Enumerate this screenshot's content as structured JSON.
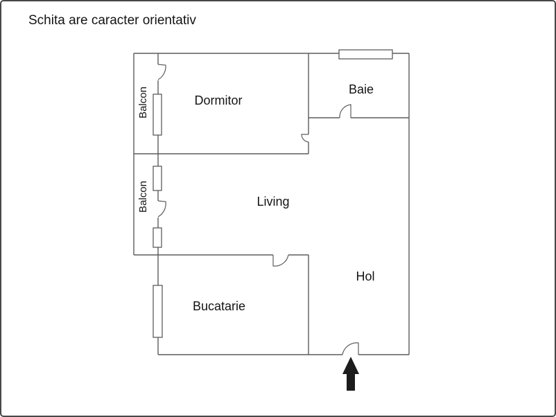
{
  "title": "Schita are caracter orientativ",
  "rooms": {
    "balcon1": {
      "label": "Balcon"
    },
    "balcon2": {
      "label": "Balcon"
    },
    "dormitor": {
      "label": "Dormitor"
    },
    "baie": {
      "label": "Baie"
    },
    "living": {
      "label": "Living"
    },
    "hol": {
      "label": "Hol"
    },
    "bucatarie": {
      "label": "Bucatarie"
    }
  },
  "colors": {
    "wall": "#5c5c5c",
    "border": "#474747",
    "arrow": "#1c1c1c",
    "text": "#141414",
    "background": "#ffffff"
  }
}
